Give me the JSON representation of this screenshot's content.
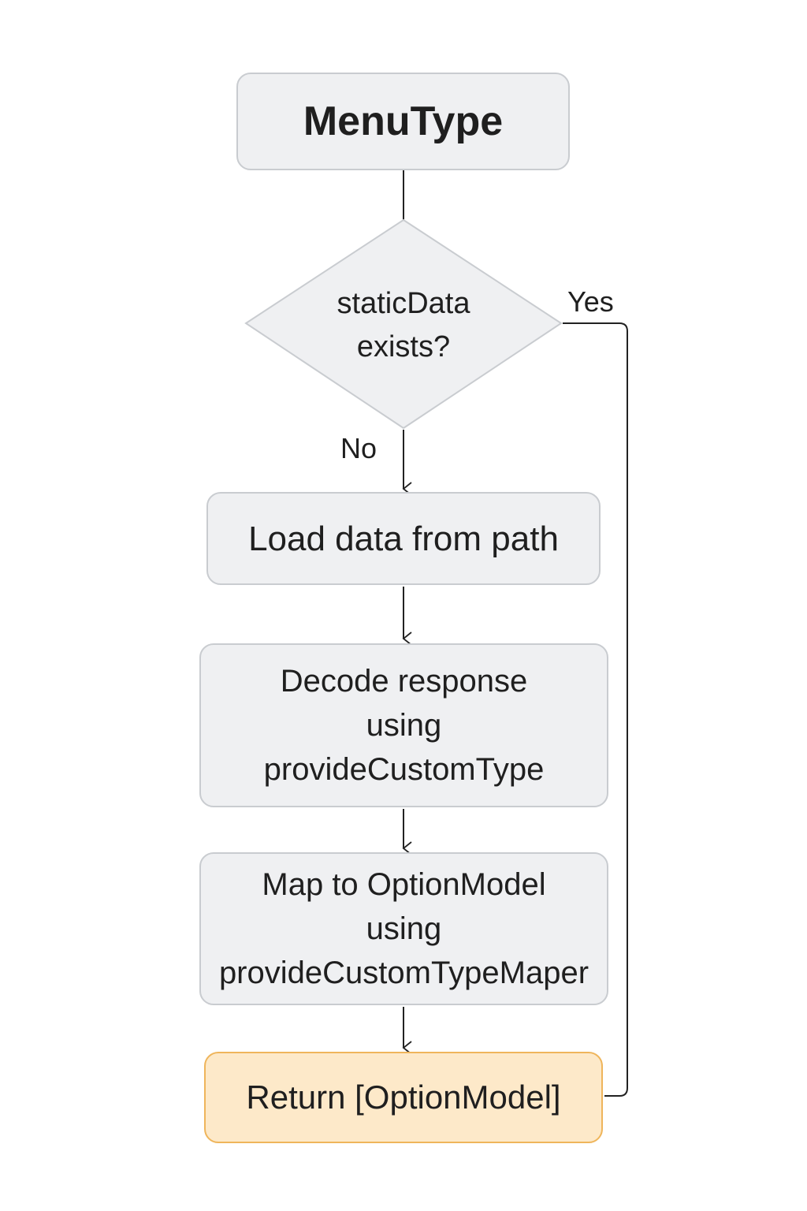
{
  "diagram": {
    "nodes": {
      "menu_type": "MenuType",
      "decision": "staticData\nexists?",
      "load_data": "Load data from path",
      "decode": "Decode response\nusing\nprovideCustomType",
      "map": "Map to OptionModel\nusing\nprovideCustomTypeMaper",
      "return": "Return [OptionModel]"
    },
    "edges": {
      "yes_label": "Yes",
      "no_label": "No"
    },
    "colors": {
      "node_fill": "#eff0f2",
      "node_border": "#c9ccd0",
      "terminal_fill": "#fde9c9",
      "terminal_border": "#efb55b",
      "line": "#222222"
    }
  }
}
